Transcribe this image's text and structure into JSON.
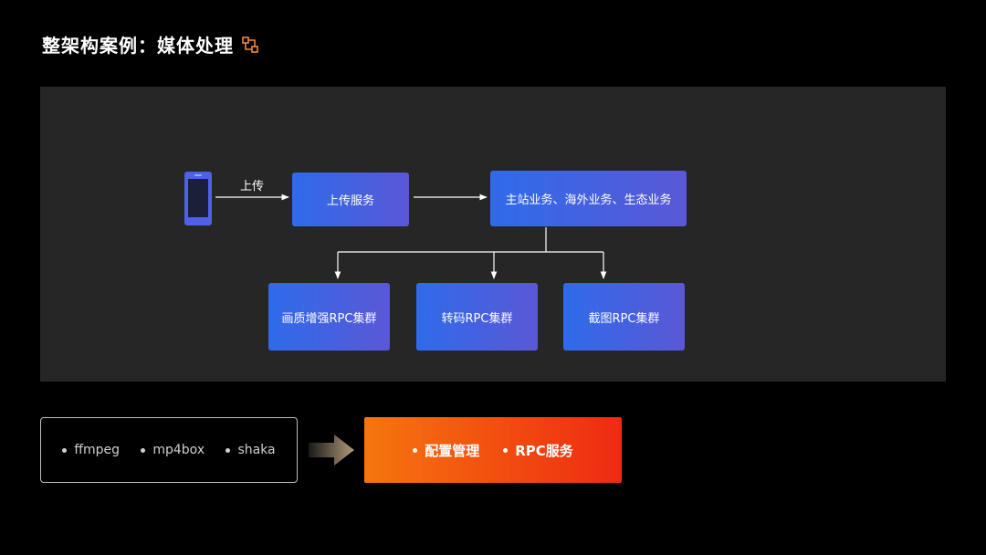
{
  "title": "整架构案例：媒体处理",
  "icons": {
    "title_icon": "nodes-icon",
    "device": "phone-icon",
    "arrow": "gradient-arrow-icon"
  },
  "colors": {
    "node_gradient_start": "#2f6bea",
    "node_gradient_end": "#5a58d6",
    "service_gradient_start": "#f5760f",
    "service_gradient_end": "#ee2a12",
    "icon_accent": "#f08a3c"
  },
  "diagram": {
    "upload_label": "上传",
    "upload_service": "上传服务",
    "business": "主站业务、海外业务、生态业务",
    "clusters": [
      "画质增强RPC集群",
      "转码RPC集群",
      "截图RPC集群"
    ]
  },
  "tools": [
    "ffmpeg",
    "mp4box",
    "shaka"
  ],
  "services": [
    "配置管理",
    "RPC服务"
  ]
}
